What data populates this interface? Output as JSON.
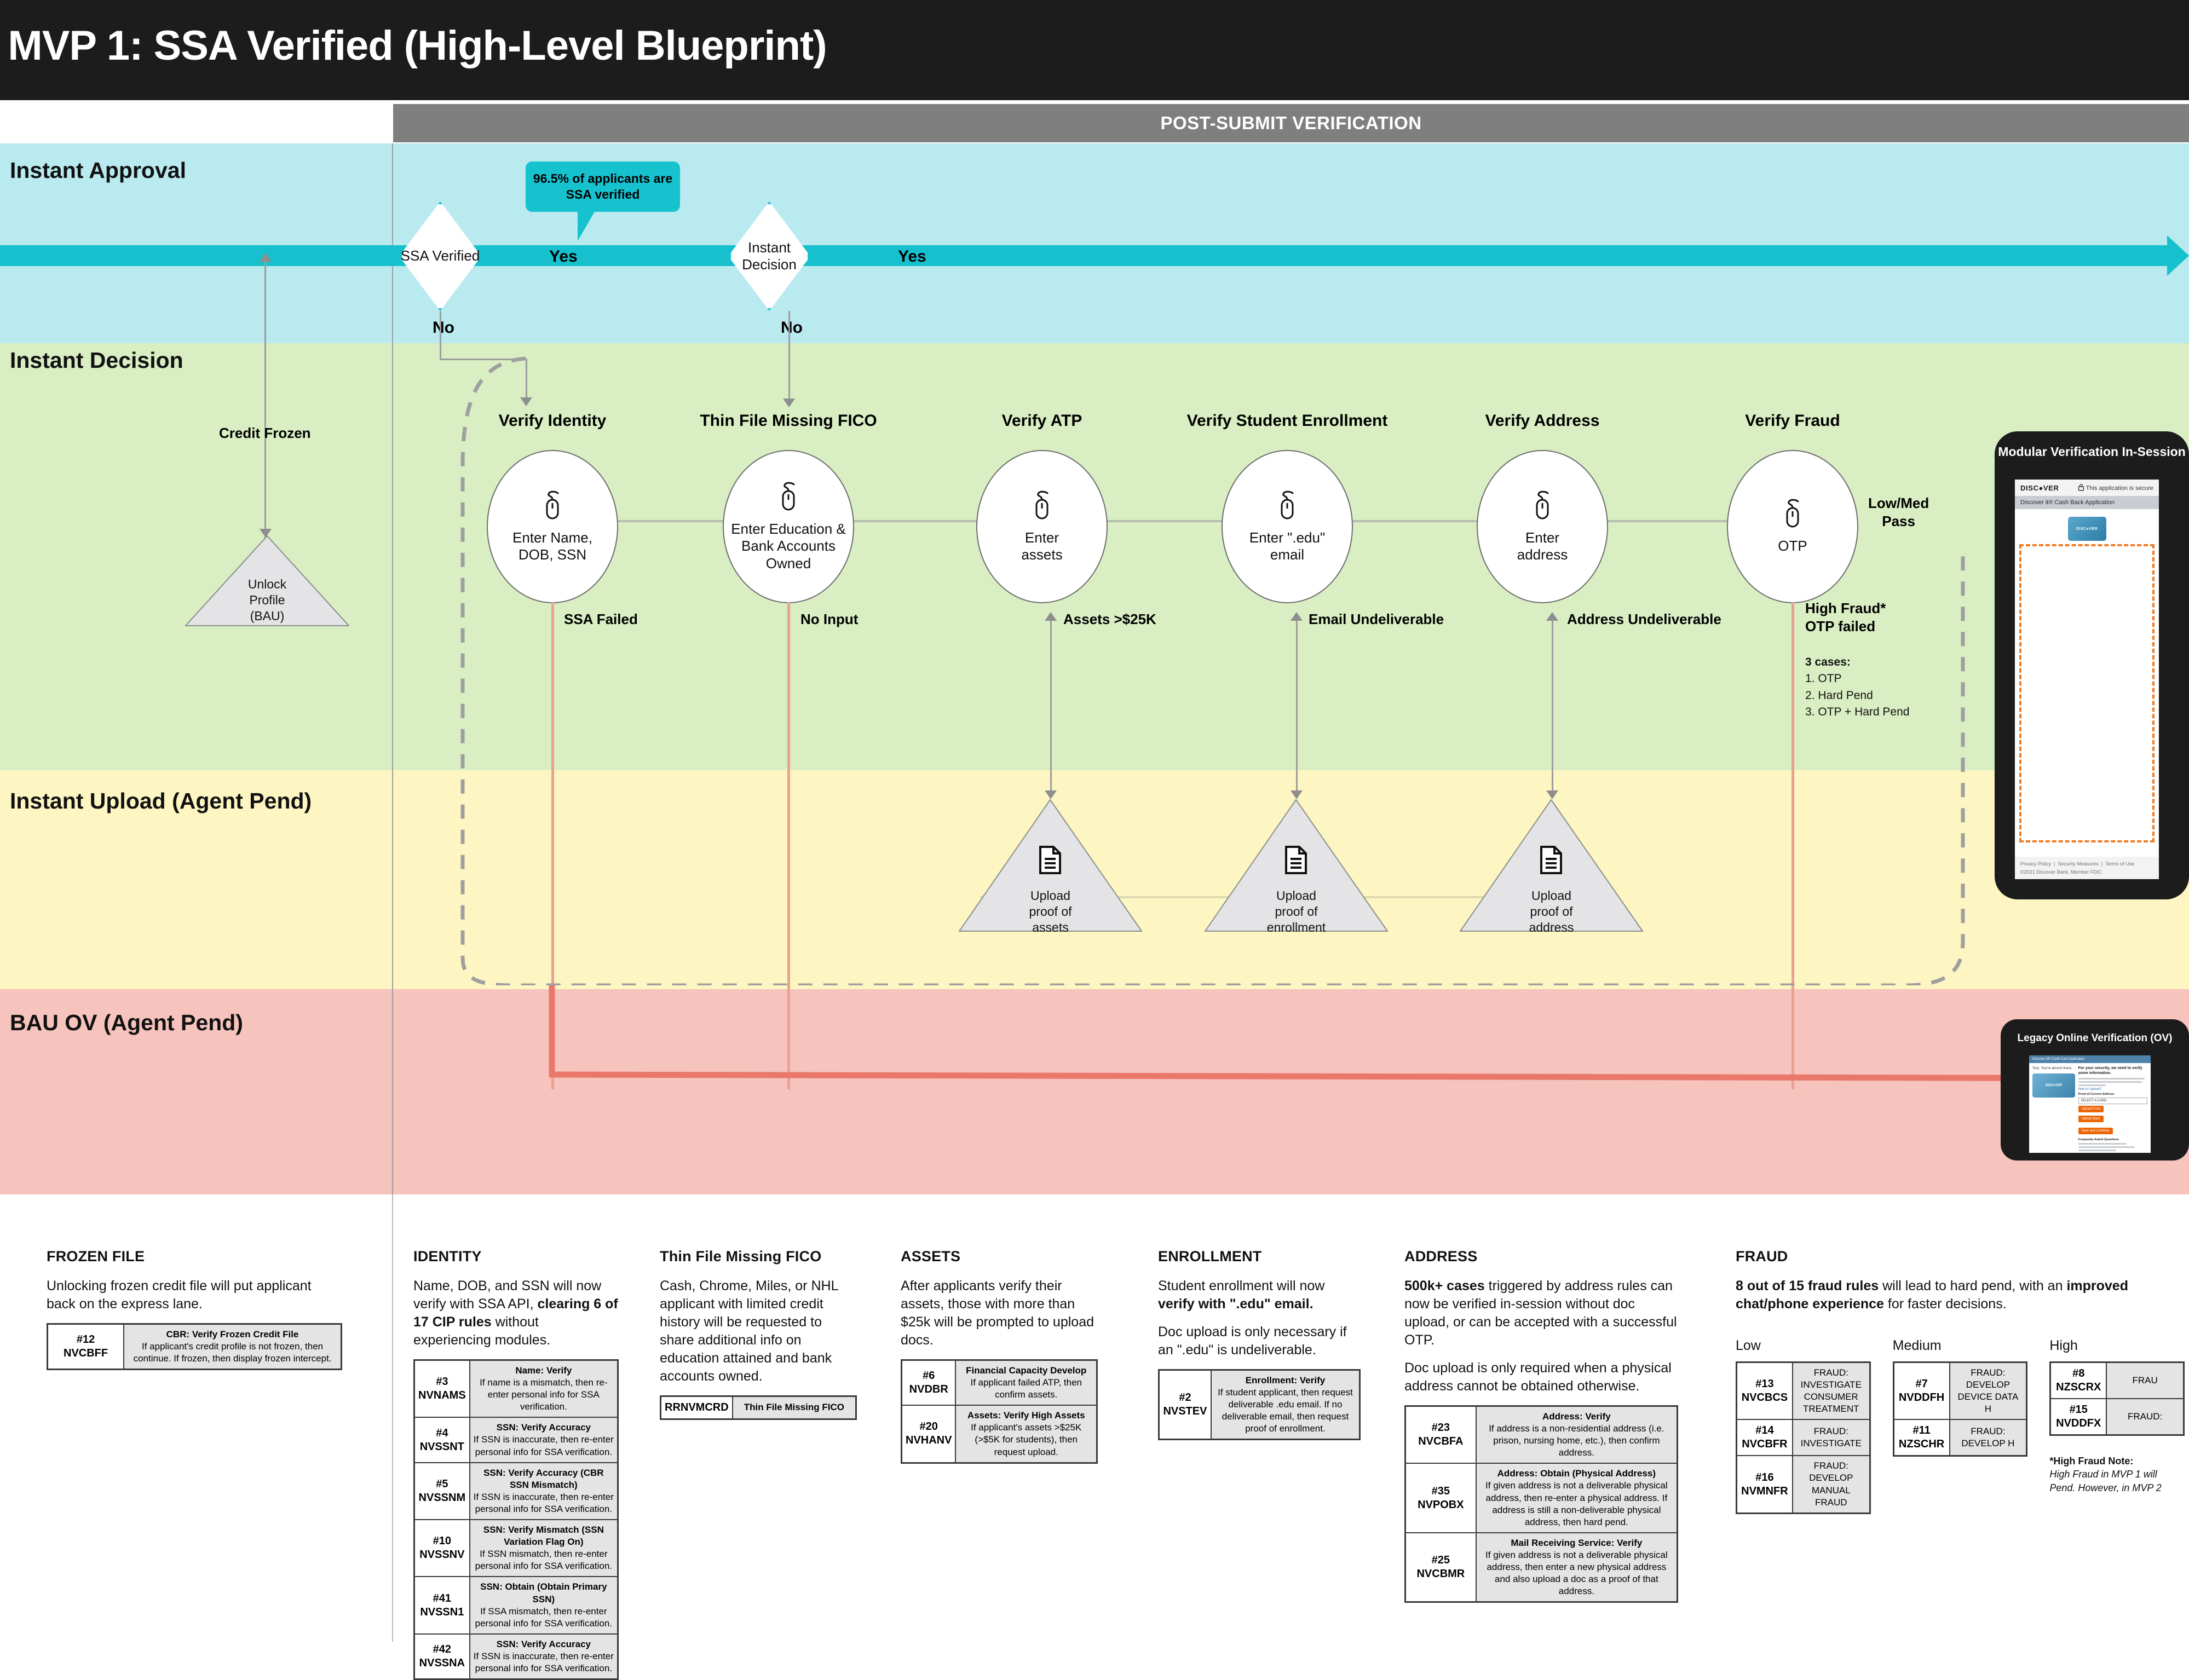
{
  "header": {
    "title": "- MVP 1: SSA Verified (High-Level Blueprint)",
    "post_submit_banner": "POST-SUBMIT VERIFICATION"
  },
  "lanes": [
    {
      "id": "instant-approval",
      "label": "Instant Approval",
      "color": "#b8eaef"
    },
    {
      "id": "instant-decision",
      "label": "Instant Decision",
      "color": "#d9eec3"
    },
    {
      "id": "instant-upload",
      "label": "Instant Upload (Agent Pend)",
      "color": "#fdf6c2"
    },
    {
      "id": "bau-ov",
      "label": "BAU OV (Agent Pend)",
      "color": "#f6c3bd"
    }
  ],
  "callout": {
    "text": "96.5% of applicants are SSA verified",
    "color": "#17c2cf"
  },
  "decisions": [
    {
      "id": "ssa-verified",
      "label": "SSA Verified",
      "yes": "Yes",
      "no": "No"
    },
    {
      "id": "instant-decision",
      "label": "Instant Decision",
      "yes": "Yes",
      "no": "No"
    }
  ],
  "frozen_branch": {
    "edge_label": "Credit Frozen",
    "node_label": "Unlock Profile (BAU)"
  },
  "steps": [
    {
      "id": "verify-identity",
      "title": "Verify Identity",
      "caption": "Enter Name, DOB, SSN",
      "fail_label": "SSA Failed",
      "icon": "mouse-icon"
    },
    {
      "id": "thin-file-missing-fico",
      "title": "Thin File Missing FICO",
      "caption": "Enter Education & Bank Accounts Owned",
      "fail_label": "No Input",
      "icon": "mouse-icon"
    },
    {
      "id": "verify-atp",
      "title": "Verify ATP",
      "caption": "Enter assets",
      "fail_label": "Assets >$25K",
      "icon": "mouse-icon"
    },
    {
      "id": "verify-student-enrollment",
      "title": "Verify Student Enrollment",
      "caption": "Enter \".edu\" email",
      "fail_label": "Email Undeliverable",
      "icon": "mouse-icon"
    },
    {
      "id": "verify-address",
      "title": "Verify Address",
      "caption": "Enter address",
      "fail_label": "Address Undeliverable",
      "icon": "mouse-icon"
    },
    {
      "id": "verify-fraud",
      "title": "Verify Fraud",
      "caption": "OTP",
      "fail_label": "High Fraud*\nOTP failed",
      "icon": "mouse-icon"
    }
  ],
  "fraud_exit": {
    "pass_label": "Low/Med Pass",
    "cases_title": "3 cases:",
    "cases": [
      "1. OTP",
      "2. Hard Pend",
      "3. OTP + Hard Pend"
    ]
  },
  "uploads": [
    {
      "id": "upload-assets",
      "label": "Upload proof of assets"
    },
    {
      "id": "upload-enrollment",
      "label": "Upload proof of enrollment"
    },
    {
      "id": "upload-address",
      "label": "Upload proof of address"
    }
  ],
  "devices": {
    "phone": {
      "title": "Modular Verification In-Session",
      "brand": "DISC●VER",
      "secure_text": "This application is secure",
      "secure_link": "secure",
      "app_title": "Discover it® Cash Back Application",
      "card_label": "DISC●VER",
      "footer_links": [
        "Privacy Policy",
        "Security Measures",
        "Terms of Use"
      ],
      "footer_copy": "©2021 Discover Bank, Member FDIC"
    },
    "tablet": {
      "title_bold": "Legacy Online Verification",
      "title_rest": " (OV)",
      "app_bar": "Discover it® Credit Card Application",
      "greeting": "Test, You're almost there.",
      "heading": "For your security, we need to verify some information.",
      "howto": "How to Upload?",
      "field_label": "Proof of Current Address",
      "select_value": "SELECT A CARD",
      "btn_front": "Upload Front",
      "btn_back": "Upload Back",
      "btn_save": "Save and Continue",
      "faq_title": "Frequently Asked Questions"
    }
  },
  "notes": [
    {
      "id": "frozen-file",
      "heading": "FROZEN FILE",
      "paragraphs": [
        {
          "plain": "Unlocking frozen credit file will put applicant back on the express lane."
        }
      ],
      "rules": [
        {
          "code": "#12\nNVCBFF",
          "title": "CBR: Verify Frozen Credit File",
          "body": "If applicant's credit profile is not frozen, then continue. If frozen, then display frozen intercept."
        }
      ]
    },
    {
      "id": "identity",
      "heading": "IDENTITY",
      "paragraphs": [
        {
          "pre": "Name, DOB, and SSN will now verify with SSA API, ",
          "bold": "clearing 6 of 17 CIP rules",
          "post": " without experiencing modules."
        }
      ],
      "rules": [
        {
          "code": "#3\nNVNAMS",
          "title": "Name: Verify",
          "body": "If name is a mismatch, then re-enter personal info for SSA verification."
        },
        {
          "code": "#4\nNVSSNT",
          "title": "SSN: Verify Accuracy",
          "body": "If SSN is inaccurate, then re-enter personal info for SSA verification."
        },
        {
          "code": "#5\nNVSSNM",
          "title": "SSN: Verify Accuracy (CBR SSN Mismatch)",
          "body": "If SSN is inaccurate, then re-enter personal info for SSA verification."
        },
        {
          "code": "#10\nNVSSNV",
          "title": "SSN: Verify Mismatch (SSN Variation Flag On)",
          "body": "If SSN mismatch, then re-enter personal info for SSA verification."
        },
        {
          "code": "#41\nNVSSN1",
          "title": "SSN: Obtain (Obtain Primary SSN)",
          "body": "If SSA mismatch, then re-enter personal info for SSA verification."
        },
        {
          "code": "#42\nNVSSNA",
          "title": "SSN: Verify Accuracy",
          "body": "If SSN is inaccurate, then re-enter personal info for SSA verification."
        }
      ]
    },
    {
      "id": "thin-file",
      "heading": "Thin File Missing FICO",
      "paragraphs": [
        {
          "plain": "Cash, Chrome, Miles, or NHL applicant with limited credit history will be requested to share additional info on education attained and bank accounts owned."
        }
      ],
      "rules": [
        {
          "code": "RRNVMCRD",
          "title": "Thin File Missing FICO",
          "body": ""
        }
      ]
    },
    {
      "id": "assets",
      "heading": "ASSETS",
      "paragraphs": [
        {
          "plain": "After applicants verify their assets, those with more than $25k will be prompted to upload docs."
        }
      ],
      "rules": [
        {
          "code": "#6\nNVDBR",
          "title": "Financial Capacity Develop",
          "body": "If applicant failed ATP,  then confirm assets."
        },
        {
          "code": "#20\nNVHANV",
          "title": "Assets: Verify High Assets",
          "body": "If applicant's assets >$25K (>$5K for students), then request upload."
        }
      ]
    },
    {
      "id": "enrollment",
      "heading": "ENROLLMENT",
      "paragraphs": [
        {
          "pre": "Student enrollment will now ",
          "bold": "verify with \".edu\" email.",
          "post": ""
        },
        {
          "plain": "Doc upload is only necessary if an \".edu\" is undeliverable."
        }
      ],
      "rules": [
        {
          "code": "#2\nNVSTEV",
          "title": "Enrollment: Verify",
          "body": "If student applicant, then request deliverable .edu email. If no deliverable email, then request proof of enrollment."
        }
      ]
    },
    {
      "id": "address",
      "heading": "ADDRESS",
      "paragraphs": [
        {
          "pre": "",
          "bold": "500k+ cases",
          "post": " triggered by address rules can now be verified in-session without doc upload, or can be accepted with a successful OTP."
        },
        {
          "plain": "Doc upload is only required when a physical address cannot be obtained otherwise."
        }
      ],
      "rules": [
        {
          "code": "#23\nNVCBFA",
          "title": "Address: Verify",
          "body": "If address is a non-residential address (i.e. prison, nursing home, etc.), then confirm address."
        },
        {
          "code": "#35\nNVPOBX",
          "title": "Address: Obtain (Physical Address)",
          "body": "If given address is not a deliverable physical address, then re-enter a physical address. If address is still a non-deliverable physical address, then hard pend."
        },
        {
          "code": "#25\nNVCBMR",
          "title": "Mail Receiving Service: Verify",
          "body": "If given address is not a deliverable physical address, then enter a new physical address and also upload a doc as a proof of that address."
        }
      ]
    }
  ],
  "fraud_note": {
    "heading": "FRAUD",
    "paragraph": {
      "bold1": "8 out of 15 fraud rules",
      "mid": " will lead to hard pend, with an ",
      "bold2": "improved chat/phone experience",
      "post": " for faster decisions."
    },
    "columns": [
      {
        "label": "Low",
        "rules": [
          {
            "code": "#13\nNVCBCS",
            "body": "FRAUD: INVESTIGATE CONSUMER TREATMENT"
          },
          {
            "code": "#14\nNVCBFR",
            "body": "FRAUD: INVESTIGATE"
          },
          {
            "code": "#16\nNVMNFR",
            "body": "FRAUD: DEVELOP MANUAL FRAUD"
          }
        ]
      },
      {
        "label": "Medium",
        "rules": [
          {
            "code": "#7\nNVDDFH",
            "body": "FRAUD: DEVELOP DEVICE DATA H"
          },
          {
            "code": "#11\nNZSCHR",
            "body": "FRAUD: DEVELOP H"
          }
        ]
      },
      {
        "label": "High",
        "rules": [
          {
            "code": "#8\nNZSCRX",
            "body": "FRAU"
          },
          {
            "code": "#15\nNVDDFX",
            "body": "FRAUD:"
          }
        ]
      }
    ],
    "footnote_title": "*High Fraud Note:",
    "footnote_body": "High Fraud in MVP 1 will\nPend. However, in MVP 2"
  }
}
